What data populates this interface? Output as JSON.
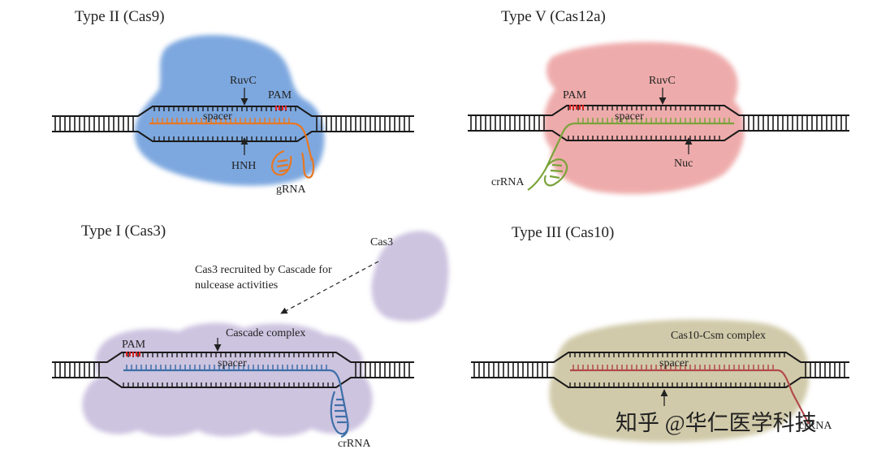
{
  "colors": {
    "dna": "#1a1a1a",
    "pam": "#e02222",
    "cas9_blob": "#6f9fdc",
    "cas9_rna": "#e87722",
    "cas12a_blob": "#eda3a3",
    "cas12a_rna": "#7aa33a",
    "cas3_blob": "#c8bedd",
    "cas3_rna": "#3e6fa8",
    "cas10_blob": "#cfc8a6",
    "cas10_rna": "#b24a4a"
  },
  "panels": {
    "type2": {
      "title": "Type II (Cas9)",
      "ruvc": "RuvC",
      "pam": "PAM",
      "spacer": "spacer",
      "hnh": "HNH",
      "rna": "gRNA"
    },
    "type5": {
      "title": "Type V (Cas12a)",
      "pam": "PAM",
      "ruvc": "RuvC",
      "spacer": "spacer",
      "nuc": "Nuc",
      "rna": "crRNA"
    },
    "type1": {
      "title": "Type I (Cas3)",
      "cas3": "Cas3",
      "note_line1": "Cas3 recruited by Cascade for",
      "note_line2": "nulcease activities",
      "complex": "Cascade complex",
      "pam": "PAM",
      "spacer": "spacer",
      "rna": "crRNA"
    },
    "type3": {
      "title": "Type III (Cas10)",
      "complex": "Cas10-Csm complex",
      "spacer": "spacer",
      "rna": "crRNA"
    }
  },
  "watermark": "知乎 @华仁医学科技"
}
